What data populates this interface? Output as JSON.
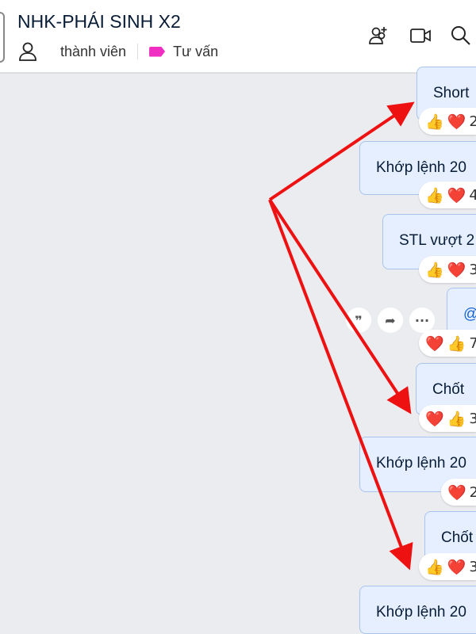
{
  "header": {
    "title": "NHK-PHÁI SINH X2",
    "members_label": "thành viên",
    "tag_label": "Tư vấn",
    "tag_color": "#f02fc2"
  },
  "messages": [
    {
      "text": "Short",
      "reactions": [
        "👍",
        "❤️"
      ],
      "count": "2"
    },
    {
      "text": "Khớp lệnh 20",
      "reactions": [
        "👍",
        "❤️"
      ],
      "count": "4"
    },
    {
      "text": "STL vượt 2",
      "reactions": [
        "👍",
        "❤️"
      ],
      "count": "3"
    },
    {
      "text": "@",
      "reactions": [
        "❤️",
        "👍"
      ],
      "count": "7"
    },
    {
      "text": "Chốt",
      "reactions": [
        "❤️",
        "👍"
      ],
      "count": "3"
    },
    {
      "text": "Khớp lệnh 20",
      "reactions": [
        "❤️"
      ],
      "count": "2"
    },
    {
      "text": "Chốt",
      "reactions": [
        "👍",
        "❤️"
      ],
      "count": "3"
    },
    {
      "text": "Khớp lệnh 20",
      "reactions": [],
      "count": ""
    }
  ],
  "actions": {
    "quote": "❞",
    "forward": "➦",
    "more": "···"
  },
  "annotation_color": "#ee1111"
}
